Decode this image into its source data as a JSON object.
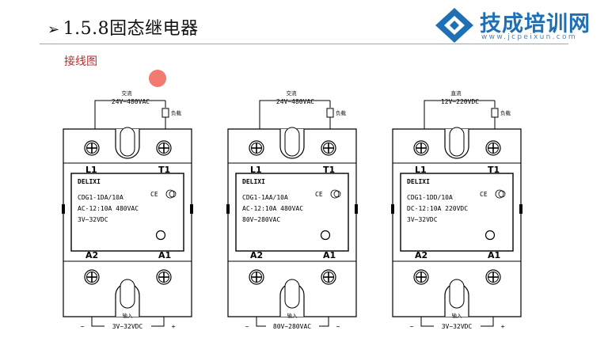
{
  "header": {
    "arrow": "➢",
    "title": "1.5.8固态继电器",
    "logo_name": "技成培训网",
    "logo_url": "www.jcpeixun.com"
  },
  "subtitle": "接线图",
  "relays": [
    {
      "top_kind": "交流",
      "top_voltage": "24V~480VAC",
      "load": "负载",
      "t_left": "L1",
      "t_right": "T1",
      "b_left": "A2",
      "b_right": "A1",
      "brand": "DELIXI",
      "cert": "CE",
      "model": "CDG1-1DA/10A",
      "rating": "AC-12:10A  480VAC",
      "control": "3V~32VDC",
      "input_label": "输入",
      "input_voltage": "3V~32VDC",
      "input_minus": "−",
      "input_plus": "+"
    },
    {
      "top_kind": "交流",
      "top_voltage": "24V~480VAC",
      "load": "负载",
      "t_left": "L1",
      "t_right": "T1",
      "b_left": "A2",
      "b_right": "A1",
      "brand": "DELIXI",
      "cert": "CE",
      "model": "CDG1-1AA/10A",
      "rating": "AC-12:10A  480VAC",
      "control": "80V~280VAC",
      "input_label": "输入",
      "input_voltage": "80V~280VAC",
      "input_minus": "~",
      "input_plus": "~"
    },
    {
      "top_kind": "直流",
      "top_voltage": "12V~220VDC",
      "load": "负载",
      "t_left": "L1",
      "t_right": "T1",
      "b_left": "A2",
      "b_right": "A1",
      "brand": "DELIXI",
      "cert": "CE",
      "model": "CDG1-1DD/10A",
      "rating": "DC-12:10A  220VDC",
      "control": "3V~32VDC",
      "input_label": "输入",
      "input_voltage": "3V~32VDC",
      "input_minus": "−",
      "input_plus": "+"
    }
  ]
}
